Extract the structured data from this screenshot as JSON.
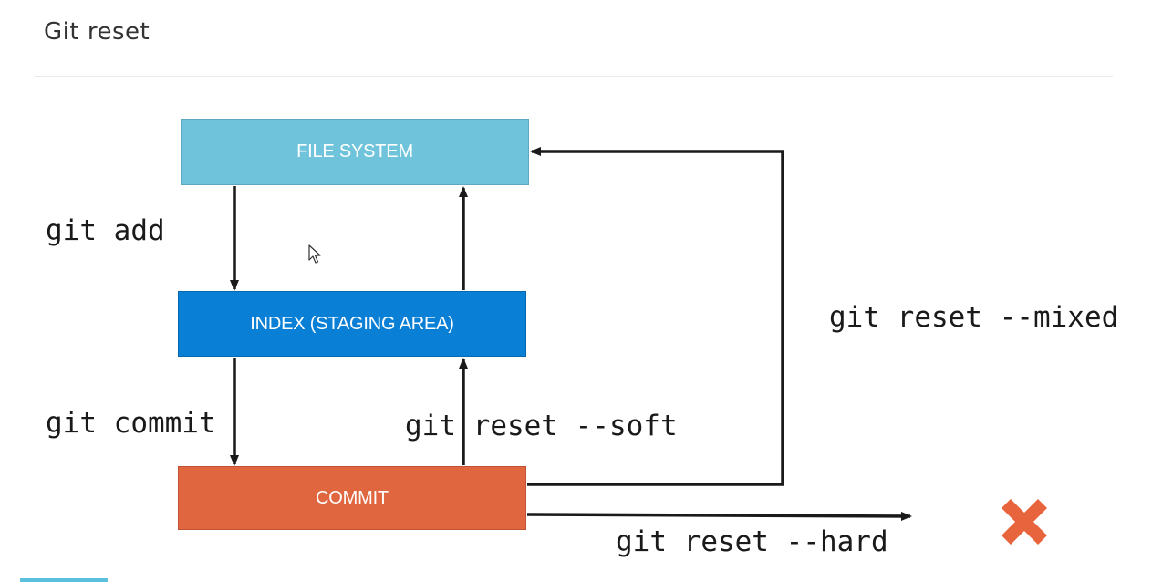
{
  "header": {
    "title": "Git reset"
  },
  "diagram": {
    "nodes": {
      "file_system": "FILE SYSTEM",
      "index": "INDEX (STAGING AREA)",
      "commit": "COMMIT"
    },
    "commands": {
      "add": "git add",
      "commit": "git commit",
      "reset_soft": "git reset --soft",
      "reset_mixed": "git reset --mixed",
      "reset_hard": "git reset --hard"
    },
    "colors": {
      "file_system": "#6fc4dc",
      "index": "#0a7fd6",
      "commit": "#e06640",
      "cross": "#e8643c",
      "arrow": "#1a1a1a"
    },
    "icons": {
      "cursor": "mouse-pointer-icon",
      "cross": "x-mark-icon"
    }
  }
}
